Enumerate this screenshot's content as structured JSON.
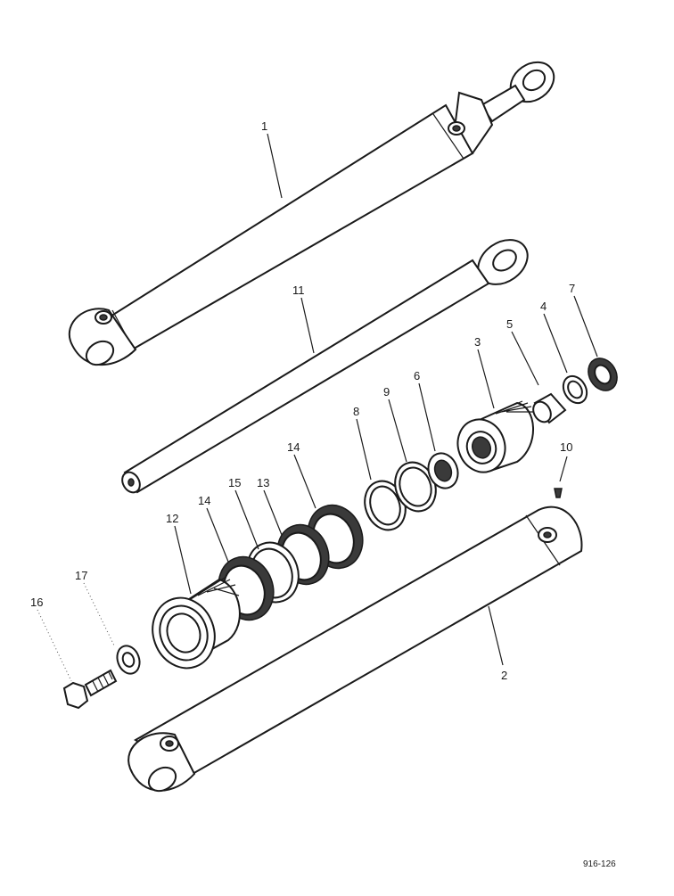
{
  "diagram": {
    "callouts": [
      {
        "id": "c1",
        "text": "1"
      },
      {
        "id": "c2",
        "text": "2"
      },
      {
        "id": "c3",
        "text": "3"
      },
      {
        "id": "c4",
        "text": "4"
      },
      {
        "id": "c5",
        "text": "5"
      },
      {
        "id": "c6",
        "text": "6"
      },
      {
        "id": "c7",
        "text": "7"
      },
      {
        "id": "c8",
        "text": "8"
      },
      {
        "id": "c9",
        "text": "9"
      },
      {
        "id": "c10",
        "text": "10"
      },
      {
        "id": "c11",
        "text": "11"
      },
      {
        "id": "c12",
        "text": "12"
      },
      {
        "id": "c13",
        "text": "13"
      },
      {
        "id": "c14a",
        "text": "14"
      },
      {
        "id": "c14b",
        "text": "14"
      },
      {
        "id": "c15",
        "text": "15"
      },
      {
        "id": "c16",
        "text": "16"
      },
      {
        "id": "c17",
        "text": "17"
      }
    ],
    "reference_code": "916-126"
  }
}
